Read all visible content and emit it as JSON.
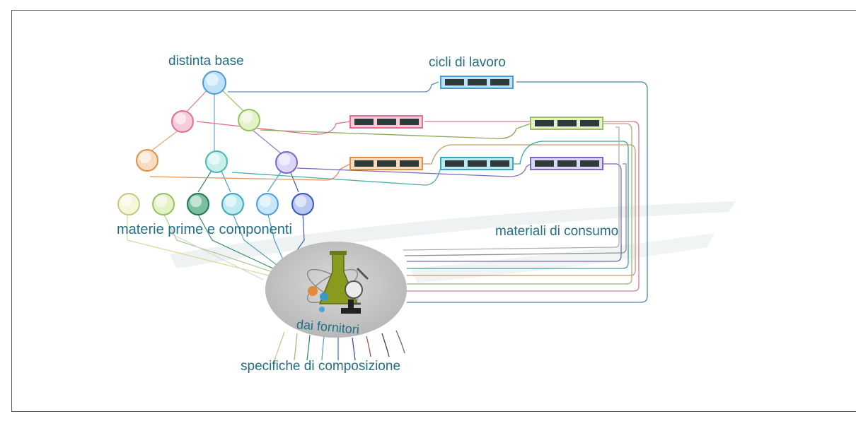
{
  "diagram": {
    "labels": {
      "bom": "distinta base",
      "work_cycles": "cicli di lavoro",
      "raw_materials": "materie prime e componenti",
      "consumables": "materiali di consumo",
      "suppliers": "dai fornitori",
      "composition_specs": "specifiche di composizione"
    },
    "colors": {
      "label_text": "#1f6f86",
      "frame": "#555555",
      "hub": "#bdbdbd",
      "flask": "#8a9a1e"
    },
    "nodes": {
      "bom_tree": [
        "blue",
        "pink",
        "light-green",
        "orange",
        "teal",
        "purple"
      ],
      "raw_materials": [
        "pale-yellow",
        "light-green",
        "dark-green",
        "turquoise",
        "sky-blue",
        "royal-blue"
      ]
    },
    "work_cycle_bars": [
      "blue",
      "pink",
      "light-green",
      "orange",
      "turquoise",
      "purple"
    ],
    "hub_icon": "microscope-flask-icon"
  }
}
